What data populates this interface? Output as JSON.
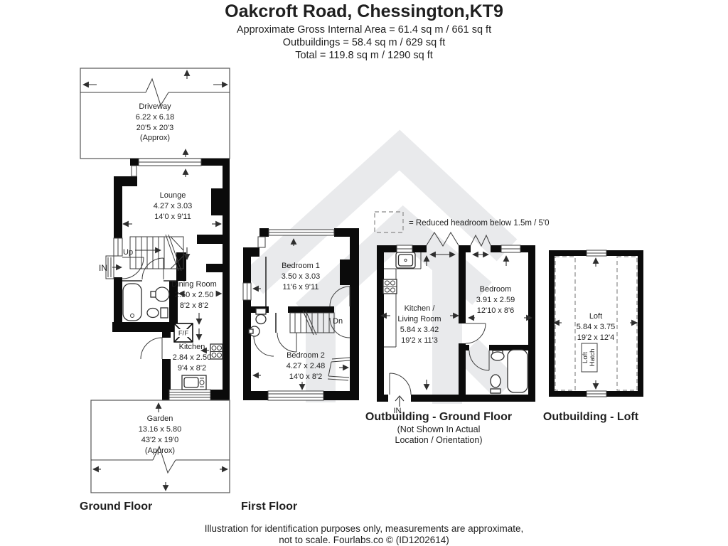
{
  "header": {
    "title": "Oakcroft Road, Chessington,KT9",
    "line1": "Approximate Gross Internal Area = 61.4 sq m / 661 sq ft",
    "line2": "Outbuildings = 58.4 sq m / 629 sq ft",
    "line3": "Total = 119.8 sq m / 1290 sq ft"
  },
  "legend": {
    "text": "= Reduced headroom below 1.5m / 5'0"
  },
  "ground_floor": {
    "label": "Ground Floor",
    "entrance": "IN",
    "stairs": "Up",
    "fridge": "F/F",
    "driveway": {
      "name": "Driveway",
      "metric": "6.22 x 6.18",
      "imperial": "20'5 x 20'3",
      "note": "(Approx)"
    },
    "lounge": {
      "name": "Lounge",
      "metric": "4.27 x 3.03",
      "imperial": "14'0 x 9'11"
    },
    "dining_room": {
      "name": "Dining Room",
      "metric": "2.50 x 2.50",
      "imperial": "8'2 x 8'2"
    },
    "kitchen": {
      "name": "Kitchen",
      "metric": "2.84 x 2.50",
      "imperial": "9'4 x 8'2"
    },
    "garden": {
      "name": "Garden",
      "metric": "13.16 x 5.80",
      "imperial": "43'2 x 19'0",
      "note": "(Approx)"
    }
  },
  "first_floor": {
    "label": "First Floor",
    "stairs": "Dn",
    "bedroom1": {
      "name": "Bedroom 1",
      "metric": "3.50 x 3.03",
      "imperial": "11'6 x 9'11"
    },
    "bedroom2": {
      "name": "Bedroom 2",
      "metric": "4.27 x 2.48",
      "imperial": "14'0 x 8'2"
    }
  },
  "outbuilding_ground_floor": {
    "label": "Outbuilding - Ground Floor",
    "note_line1": "(Not Shown In Actual",
    "note_line2": "Location / Orientation)",
    "entrance": "IN",
    "kitchen_living_room": {
      "name_line1": "Kitchen /",
      "name_line2": "Living Room",
      "metric": "5.84 x 3.42",
      "imperial": "19'2 x 11'3"
    },
    "bedroom": {
      "name": "Bedroom",
      "metric": "3.91 x 2.59",
      "imperial": "12'10 x 8'6"
    }
  },
  "outbuilding_loft": {
    "label": "Outbuilding - Loft",
    "loft": {
      "name": "Loft",
      "metric": "5.84 x 3.75",
      "imperial": "19'2 x 12'4"
    },
    "hatch_line1": "Loft",
    "hatch_line2": "Hatch"
  },
  "footer": {
    "line1": "Illustration for identification purposes only, measurements are approximate,",
    "line2": "not to scale. Fourlabs.co © (ID1202614)"
  },
  "colors": {
    "wall": "#0b0b0b",
    "thin_line": "#3c3c3c",
    "watermark": "#e9eaec",
    "text": "#1f1f1f",
    "background": "#ffffff"
  }
}
